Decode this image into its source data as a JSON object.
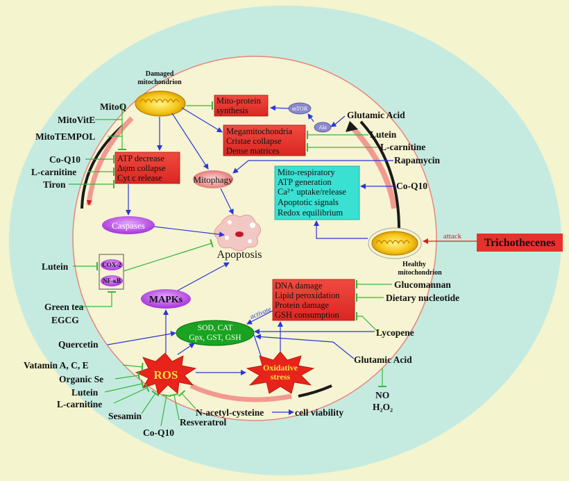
{
  "organelles": {
    "damaged_title_1": "Damaged",
    "damaged_title_2": "mitochondrion",
    "healthy_title_1": "Healthy",
    "healthy_title_2": "mitochondrion"
  },
  "boxes": {
    "mito_protein": [
      "Mito-protein",
      "synthesis"
    ],
    "megamito": [
      "Megamitochondria",
      "Cristae collapse",
      "Dense matrices"
    ],
    "atp_decrease": [
      "ATP decrease",
      "Δψm collapse",
      "Cyt c release"
    ],
    "mito_respiratory": [
      "Mito-respiratory",
      "ATP generation",
      "Ca²⁺ uptake/release",
      "Apoptotic signals",
      "Redox equilibrium"
    ],
    "dna_damage": [
      "DNA damage",
      "Lipid peroxidation",
      "Protein damage",
      "GSH consumption"
    ],
    "trichothecenes": "Trichothecenes"
  },
  "nodes": {
    "mtor": "mTOR",
    "akt": "Akt",
    "mitophagy": "Mitophagy",
    "caspases": "Caspases",
    "apoptosis": "Apoptosis",
    "cox2": "COX-2",
    "nfkb": "NF-κB",
    "mapks": "MAPKs",
    "antioxidants": [
      "SOD, CAT",
      "Gpx, GST, GSH"
    ],
    "ros": "ROS",
    "oxidative": [
      "Oxidative",
      "stress"
    ],
    "attack": "attack",
    "activate": "activate",
    "cell_viability": "cell viability"
  },
  "labels": {
    "mitoq": "MitoQ",
    "mitovite": "MitoVitE",
    "mitotempol": "MitoTEMPOL",
    "coq10_left": "Co-Q10",
    "lcarnitine_left": "L-carnitine",
    "tiron": "Tiron",
    "glutamic_top": "Glutamic Acid",
    "lutein_top": "Lutein",
    "lcarnitine_top": "L-carnitine",
    "rapamycin": "Rapamycin",
    "coq10_right": "Co-Q10",
    "lutein_mid": "Lutein",
    "green_tea": "Green tea",
    "egcg": "EGCG",
    "glucomannan": "Glucomannan",
    "dietary": "Dietary nucleotide",
    "lycopene": "Lycopene",
    "quercetin": "Quercetin",
    "vitamin": "Vatamin A, C, E",
    "organic_se": "Organic Se",
    "lutein_bot": "Lutein",
    "lcarnitine_bot": "L-carnitine",
    "sesamin": "Sesamin",
    "coq10_bot": "Co-Q10",
    "resveratrol": "Resveratrol",
    "nac": "N-acetyl-cysteine",
    "glutamic_bot": "Glutamic Acid",
    "no": "NO",
    "h2o2": "H₂O₂"
  },
  "colors": {
    "background": "#f4f4cf",
    "outer_circle": "#c5ebe0",
    "inner_circle": "#f6f4d2",
    "red_box": "#e8312b",
    "cyan_box": "#3ae0d2",
    "purple": "#b12fd8",
    "green_oval": "#1aa321",
    "blue_arrow": "#2a36d8",
    "green_inhibit": "#37b53b"
  }
}
